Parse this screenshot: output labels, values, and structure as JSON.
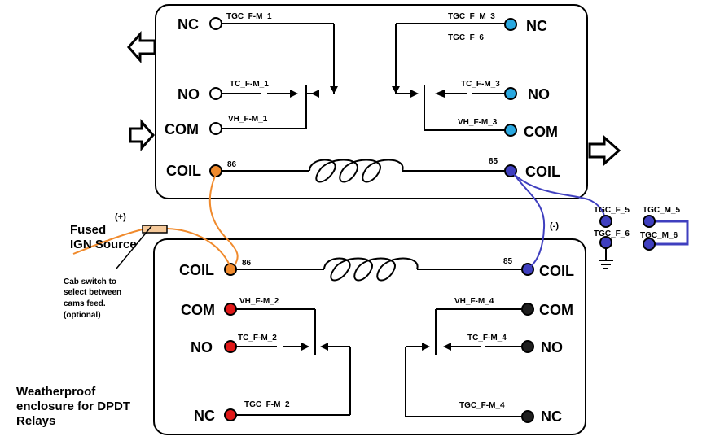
{
  "colors": {
    "orange": "#f08a2c",
    "light_blue": "#2aa8e0",
    "dark_blue": "#3f3fbf",
    "red": "#e01919",
    "black": "#1e1e1e",
    "white": "#ffffff"
  },
  "top_relay": {
    "left": {
      "nc": {
        "label": "NC",
        "wire": "TGC_F-M_1"
      },
      "no": {
        "label": "NO",
        "wire": "TC_F-M_1"
      },
      "com": {
        "label": "COM",
        "wire": "VH_F-M_1"
      },
      "coil": {
        "label": "COIL",
        "pin": "86"
      }
    },
    "right": {
      "nc": {
        "label": "NC",
        "wire": "TGC_F_M_3",
        "wire2": "TGC_F_6"
      },
      "no": {
        "label": "NO",
        "wire": "TC_F-M_3"
      },
      "com": {
        "label": "COM",
        "wire": "VH_F-M_3"
      },
      "coil": {
        "label": "COIL",
        "pin": "85"
      }
    }
  },
  "bottom_relay": {
    "left": {
      "coil": {
        "label": "COIL",
        "pin": "86"
      },
      "com": {
        "label": "COM",
        "wire": "VH_F-M_2"
      },
      "no": {
        "label": "NO",
        "wire": "TC_F-M_2"
      },
      "nc": {
        "label": "NC",
        "wire": "TGC_F-M_2"
      }
    },
    "right": {
      "coil": {
        "label": "COIL",
        "pin": "85"
      },
      "com": {
        "label": "COM",
        "wire": "VH_F-M_4"
      },
      "no": {
        "label": "NO",
        "wire": "TC_F-M_4"
      },
      "nc": {
        "label": "NC",
        "wire": "TGC_F-M_4"
      }
    }
  },
  "ground_connector": {
    "upper": "TGC_F_5",
    "lower": "TGC_F_6"
  },
  "jumper_connector": {
    "upper": "TGC_M_5",
    "lower": "TGC_M_6"
  },
  "source": {
    "polarity": "(+)",
    "line1": "Fused",
    "line2": "IGN Source"
  },
  "negative_label": "(-)",
  "cab_switch": {
    "line1": "Cab switch to",
    "line2": "select between",
    "line3": "cams feed.",
    "line4": "(optional)"
  },
  "enclosure": {
    "line1": "Weatherproof",
    "line2": "enclosure for DPDT",
    "line3": "Relays"
  },
  "icons": [
    "arrow-left-icon",
    "arrow-right-icon",
    "ground-icon",
    "coil-icon",
    "fuse-icon"
  ]
}
